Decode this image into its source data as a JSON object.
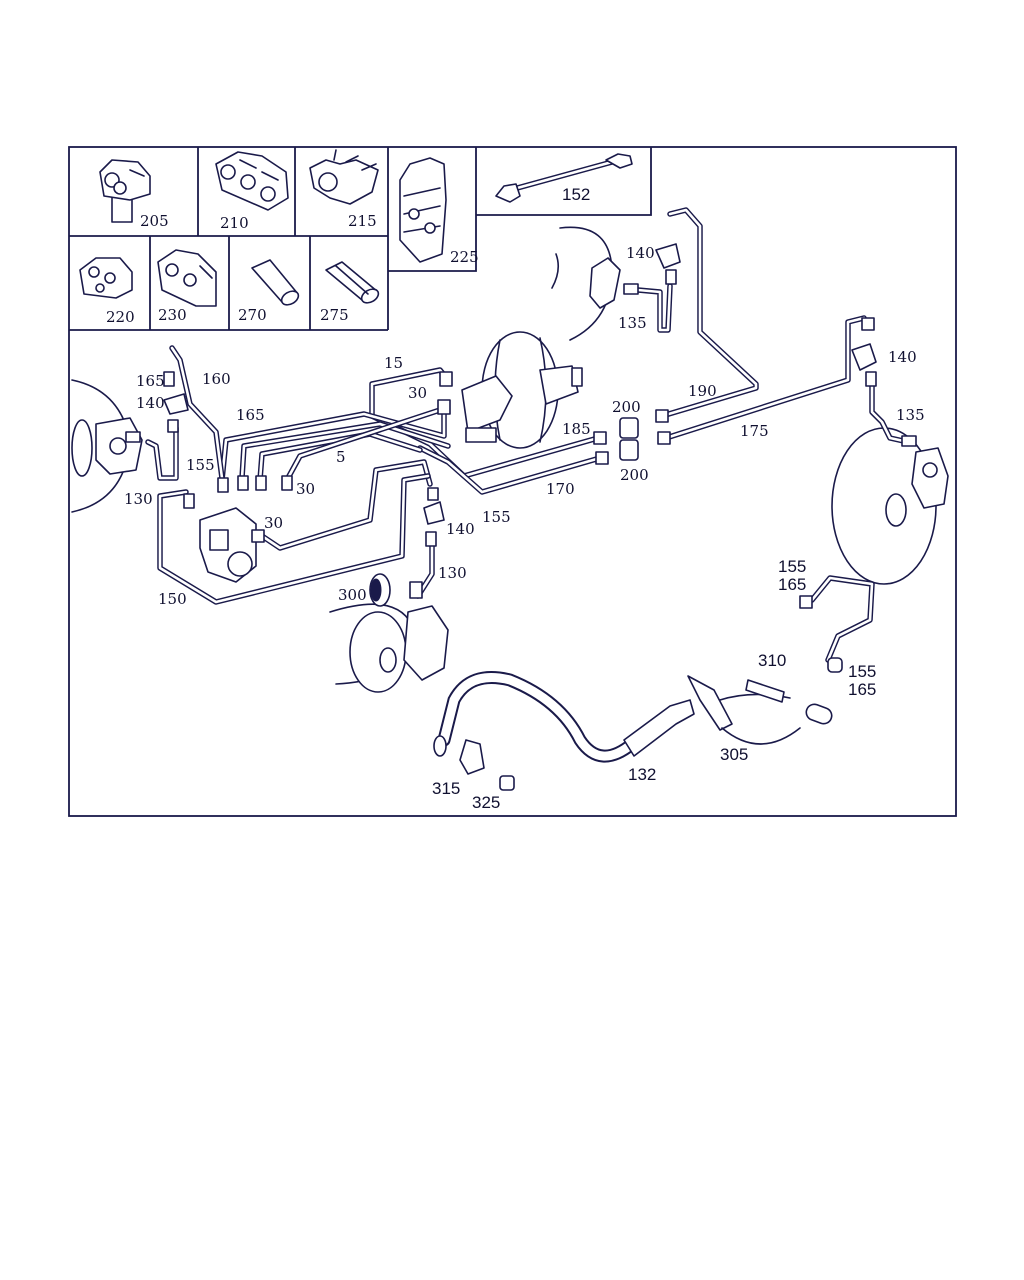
{
  "labels": {
    "l205": "205",
    "l210": "210",
    "l215": "215",
    "l225": "225",
    "l152": "152",
    "l220": "220",
    "l230": "230",
    "l270": "270",
    "l275": "275",
    "l140_top": "140",
    "l135_top": "135",
    "l15": "15",
    "l30_a": "30",
    "l30_b": "30",
    "l30_c": "30",
    "l5": "5",
    "l190": "190",
    "l175": "175",
    "l185": "185",
    "l170": "170",
    "l200_a": "200",
    "l200_b": "200",
    "l140_right": "140",
    "l135_right": "135",
    "l165_a": "165",
    "l160": "160",
    "l140_left": "140",
    "l165_b": "165",
    "l155_a": "155",
    "l130_a": "130",
    "l150": "150",
    "l155_b": "155",
    "l140_mid": "140",
    "l130_b": "130",
    "l300": "300",
    "l155_c": "155",
    "l165_c": "165",
    "l310": "310",
    "l155_d": "155",
    "l165_d": "165",
    "l305": "305",
    "l132": "132",
    "l315": "315",
    "l325": "325"
  },
  "colors": {
    "ink": "#1a1a4a",
    "background": "#ffffff"
  }
}
